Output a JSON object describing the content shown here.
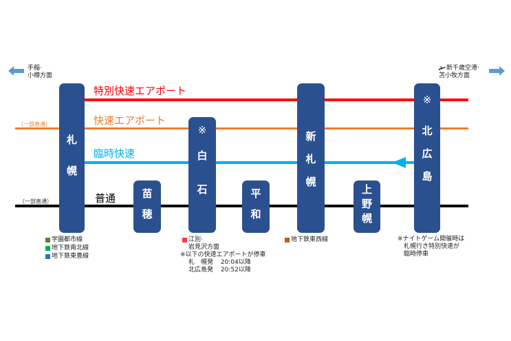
{
  "directions": {
    "left": {
      "line1": "手稲·",
      "line2": "小樽方面"
    },
    "right": {
      "line1": "新千歳空港·",
      "line2": "苫小牧方面",
      "icon": "airplane-icon"
    }
  },
  "lines": {
    "special_rapid": {
      "label": "特別快速エアポート",
      "color": "#ff0000"
    },
    "rapid": {
      "label": "快速エアポート",
      "color": "#ed7d31"
    },
    "extra_rapid": {
      "label": "臨時快速",
      "color": "#00b0f0"
    },
    "local": {
      "label": "普通",
      "color": "#000000"
    }
  },
  "partial_through": {
    "rapid": "（一部直通）",
    "local": "（一部直通）"
  },
  "stations": [
    {
      "name": [
        "札",
        "幌"
      ],
      "mark": ""
    },
    {
      "name": [
        "苗",
        "穂"
      ],
      "mark": ""
    },
    {
      "name": [
        "白",
        "石"
      ],
      "mark": "※"
    },
    {
      "name": [
        "平",
        "和"
      ],
      "mark": ""
    },
    {
      "name": [
        "新",
        "札",
        "幌"
      ],
      "mark": ""
    },
    {
      "name": [
        "上",
        "野",
        "幌"
      ],
      "mark": ""
    },
    {
      "name": [
        "北",
        "広",
        "島"
      ],
      "mark": "※"
    }
  ],
  "notes": {
    "sapporo": [
      {
        "label": "学園都市線",
        "color": "#548235"
      },
      {
        "label": "地下鉄南北線",
        "color": "#00b050"
      },
      {
        "label": "地下鉄東豊線",
        "color": "#2e75b6"
      }
    ],
    "shiroishi": {
      "legend": {
        "label": "江別·",
        "color": "#ff3b3b"
      },
      "line2": "岩見沢方面",
      "remark": "※以下の快速エアポートが停車",
      "row1_station": "札　幌発",
      "row1_time": "20:04以降",
      "row2_station": "北広島発",
      "row2_time": "20:52以降"
    },
    "shin_sapporo": {
      "label": "地下鉄東西線",
      "color": "#c55a11"
    },
    "kitahiroshima": {
      "line1": "※ナイトゲーム開催時は",
      "line2": "札幌行き特別快速が",
      "line3": "臨時停車"
    }
  }
}
